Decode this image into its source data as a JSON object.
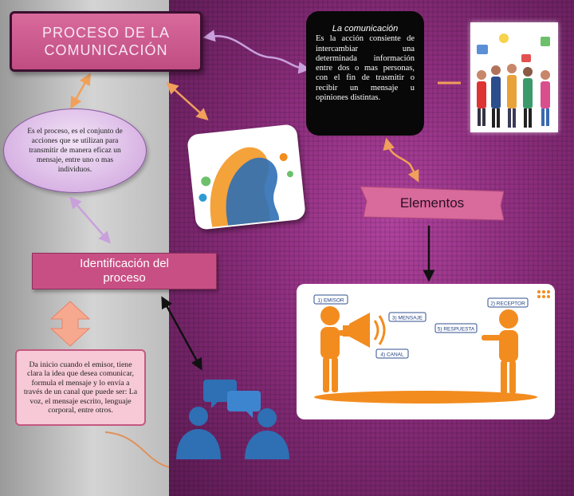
{
  "title": {
    "line1": "PROCESO DE LA",
    "line2": "COMUNICACIÓN"
  },
  "definition": "Es el proceso, es el conjunto de acciones que se utilizan para transmitir de manera eficaz un mensaje, entre uno o mas individuos.",
  "identification": {
    "line1": "Identificación del",
    "line2": "proceso"
  },
  "description": "Da inicio cuando el emisor, tiene clara la idea que desea comunicar, formula el mensaje y lo envía a través de un canal que puede ser: La voz, el mensaje escrito, lenguaje corporal, entre otros.",
  "communication": {
    "title": "La comunicación",
    "text": "Es la acción consiente de intercambiar una determinada información entre dos o mas personas, con el fin de trasmitir o recibir un mensaje u opiniones distintas."
  },
  "elements": {
    "label": "Elementos"
  },
  "diagram": {
    "emisor": "1) EMISOR",
    "mensaje": "3) MENSAJE",
    "canal": "4) CANAL",
    "receptor": "2) RECEPTOR",
    "respuesta": "5) RESPUESTA"
  },
  "colors": {
    "title_box": "#c95a8c",
    "ident_box": "#c84f84",
    "desc_box": "#f7c9d7",
    "arrow_orange": "#f0a05a",
    "arrow_lilac": "#c9a0dc",
    "figure_orange": "#f28c1f",
    "icon_blue": "#2f6fb4"
  }
}
